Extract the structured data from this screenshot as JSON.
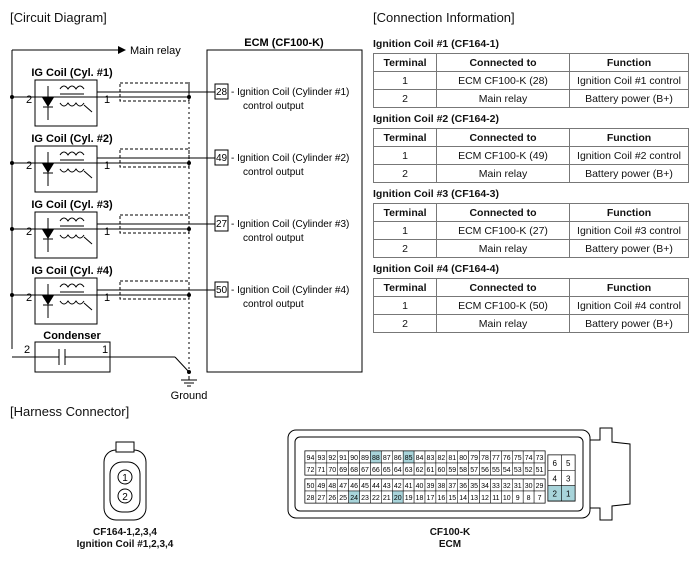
{
  "sections": {
    "circuit": "[Circuit Diagram]",
    "connection": "[Connection Information]",
    "harness": "[Harness Connector]"
  },
  "circuit": {
    "main_relay": "Main relay",
    "ecm_title": "ECM (CF100-K)",
    "coils": [
      {
        "label": "IG Coil (Cyl. #1)",
        "pin_left": "2",
        "pin_right": "1",
        "ecm_pin": "28",
        "out_line1": "- Ignition Coil (Cylinder #1)",
        "out_line2": "control output"
      },
      {
        "label": "IG Coil (Cyl. #2)",
        "pin_left": "2",
        "pin_right": "1",
        "ecm_pin": "49",
        "out_line1": "- Ignition Coil (Cylinder #2)",
        "out_line2": "control output"
      },
      {
        "label": "IG Coil (Cyl. #3)",
        "pin_left": "2",
        "pin_right": "1",
        "ecm_pin": "27",
        "out_line1": "- Ignition Coil (Cylinder #3)",
        "out_line2": "control output"
      },
      {
        "label": "IG Coil (Cyl. #4)",
        "pin_left": "2",
        "pin_right": "1",
        "ecm_pin": "50",
        "out_line1": "- Ignition Coil (Cylinder #4)",
        "out_line2": "control output"
      }
    ],
    "condenser": {
      "label": "Condenser",
      "pin_left": "2",
      "pin_right": "1"
    },
    "ground": "Ground"
  },
  "connection_tables": {
    "headers": [
      "Terminal",
      "Connected to",
      "Function"
    ],
    "tables": [
      {
        "title": "Ignition Coil #1 (CF164-1)",
        "rows": [
          [
            "1",
            "ECM CF100-K (28)",
            "Ignition Coil #1 control"
          ],
          [
            "2",
            "Main relay",
            "Battery power (B+)"
          ]
        ]
      },
      {
        "title": "Ignition Coil #2 (CF164-2)",
        "rows": [
          [
            "1",
            "ECM CF100-K (49)",
            "Ignition Coil #2 control"
          ],
          [
            "2",
            "Main relay",
            "Battery power (B+)"
          ]
        ]
      },
      {
        "title": "Ignition Coil #3 (CF164-3)",
        "rows": [
          [
            "1",
            "ECM CF100-K (27)",
            "Ignition Coil #3 control"
          ],
          [
            "2",
            "Main relay",
            "Battery power (B+)"
          ]
        ]
      },
      {
        "title": "Ignition Coil #4 (CF164-4)",
        "rows": [
          [
            "1",
            "ECM CF100-K (50)",
            "Ignition Coil #4 control"
          ],
          [
            "2",
            "Main relay",
            "Battery power (B+)"
          ]
        ]
      }
    ]
  },
  "harness": {
    "coil_connector": {
      "pins": [
        "1",
        "2"
      ],
      "caption_line1": "CF164-1,2,3,4",
      "caption_line2": "Ignition Coil #1,2,3,4"
    },
    "ecm_connector": {
      "caption_line1": "CF100-K",
      "caption_line2": "ECM",
      "highlight_color": "#a8d4da",
      "row1": [
        "94",
        "93",
        "92",
        "91",
        "90",
        "89",
        "88",
        "87",
        "86",
        "85",
        "84",
        "83",
        "82",
        "81",
        "80",
        "79",
        "78",
        "77",
        "76",
        "75",
        "74",
        "73"
      ],
      "row2": [
        "72",
        "71",
        "70",
        "69",
        "68",
        "67",
        "66",
        "65",
        "64",
        "63",
        "62",
        "61",
        "60",
        "59",
        "58",
        "57",
        "56",
        "55",
        "54",
        "53",
        "52",
        "51"
      ],
      "row3": [
        "50",
        "49",
        "48",
        "47",
        "46",
        "45",
        "44",
        "43",
        "42",
        "41",
        "40",
        "39",
        "38",
        "37",
        "36",
        "35",
        "34",
        "33",
        "32",
        "31",
        "30",
        "29"
      ],
      "row4": [
        "28",
        "27",
        "26",
        "25",
        "24",
        "23",
        "22",
        "21",
        "20",
        "19",
        "18",
        "17",
        "16",
        "15",
        "14",
        "13",
        "12",
        "11",
        "10",
        "9",
        "8",
        "7"
      ],
      "side": [
        "6",
        "5",
        "4",
        "3",
        "2",
        "1"
      ],
      "highlighted": [
        "88",
        "85",
        "24",
        "20",
        "2",
        "1"
      ]
    }
  }
}
